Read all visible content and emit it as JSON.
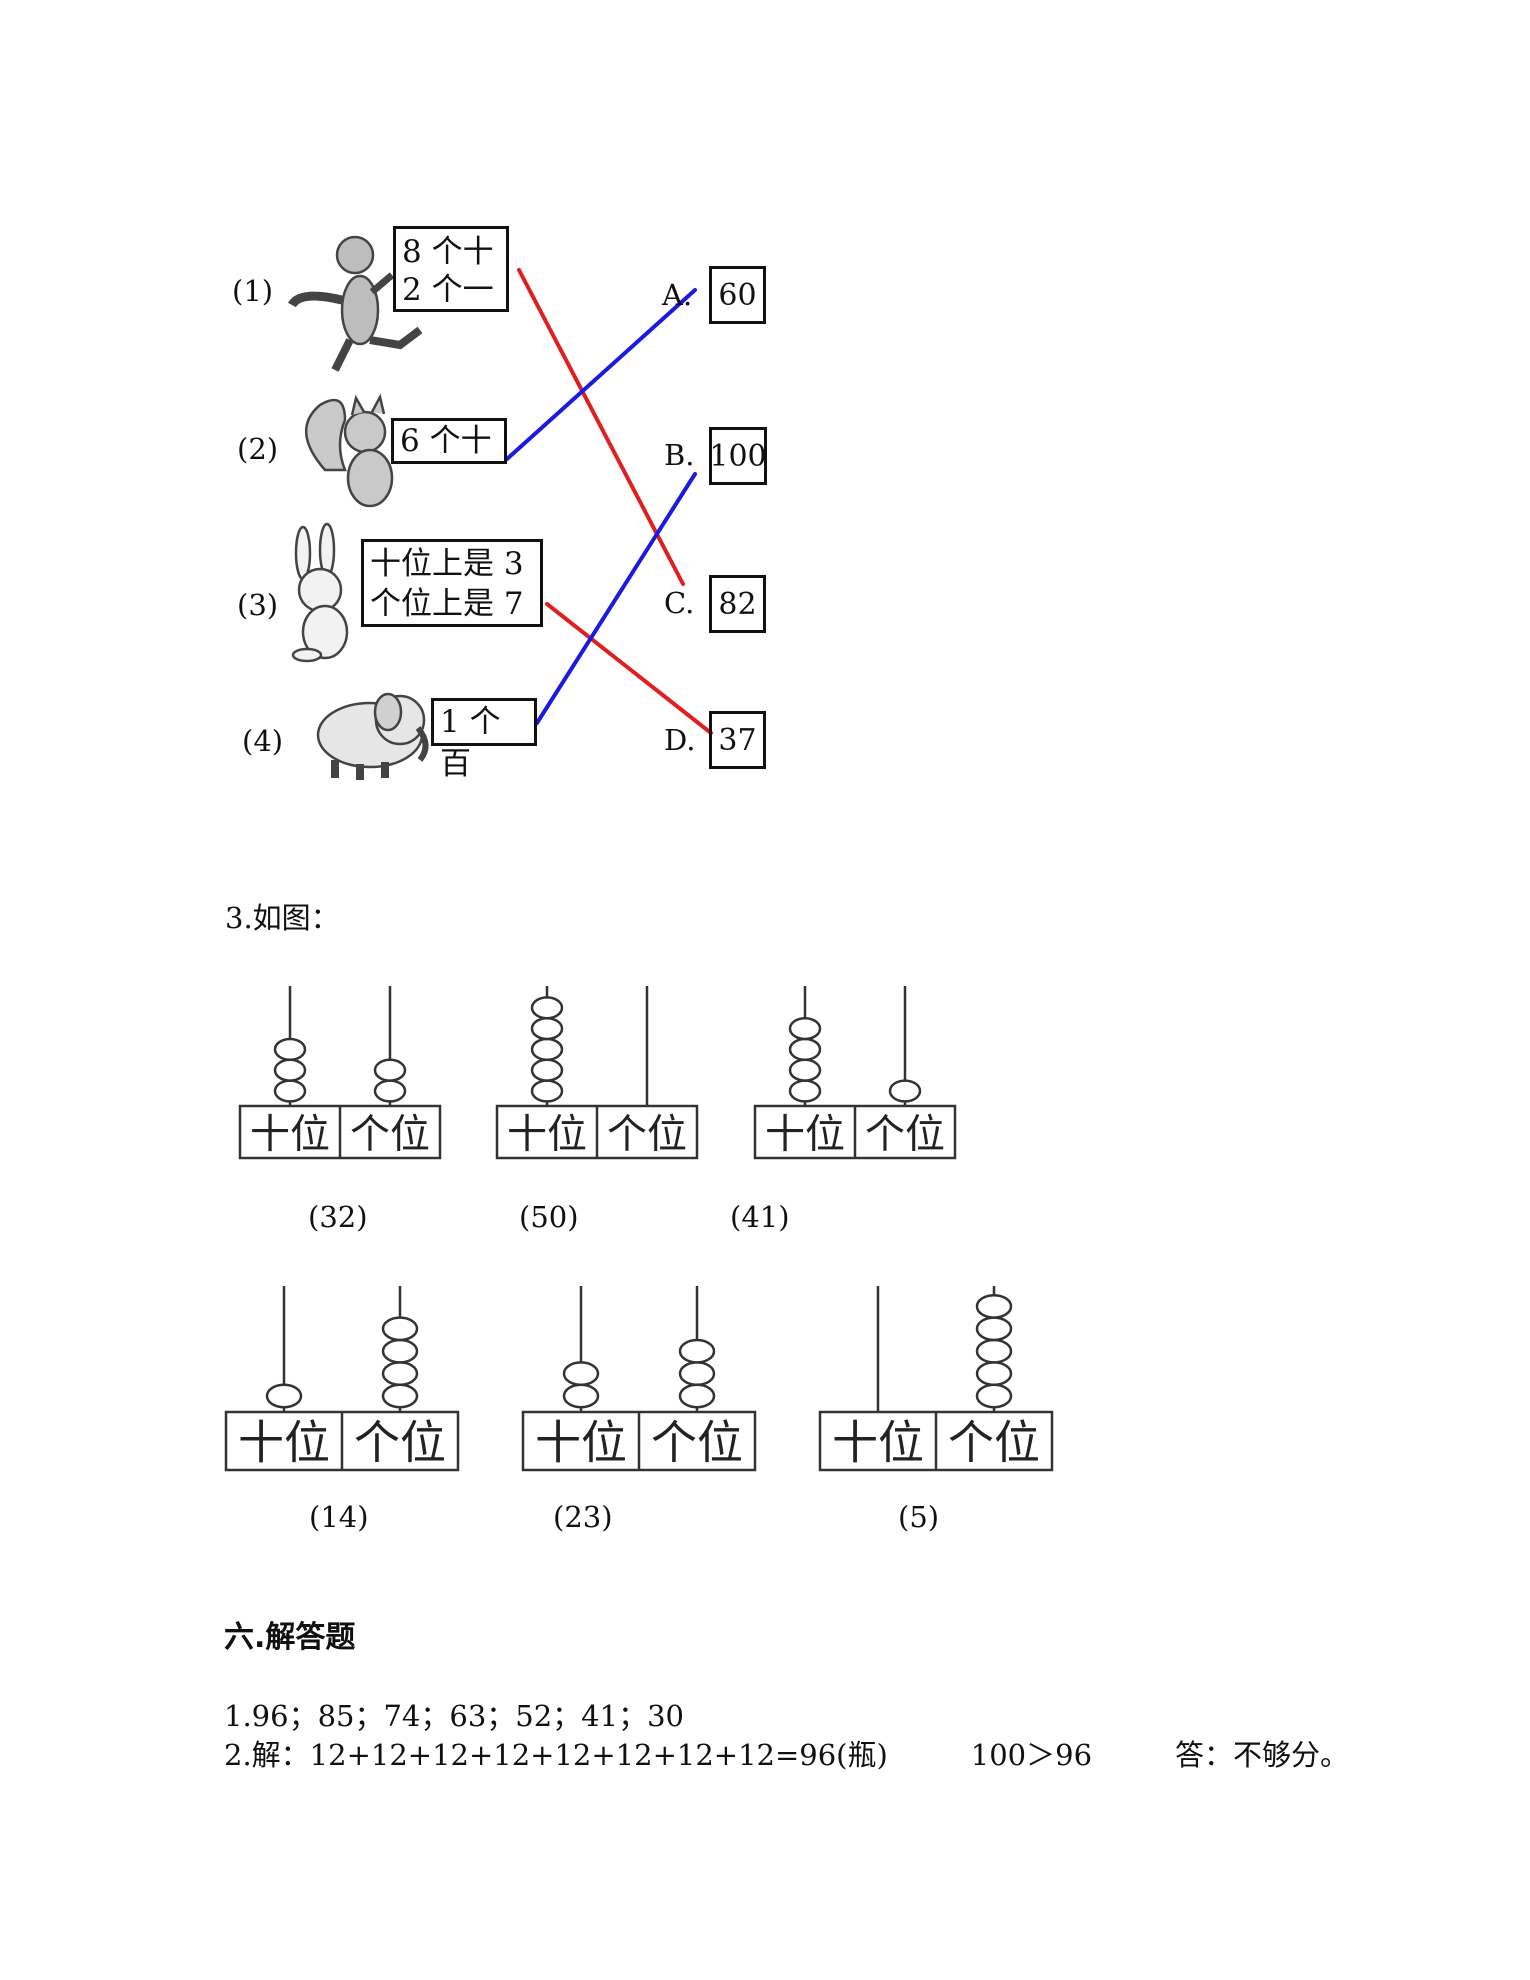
{
  "matching": {
    "items": [
      {
        "label": "(1)",
        "box_lines": [
          "8 个十",
          "2 个一"
        ],
        "animal": "monkey"
      },
      {
        "label": "(2)",
        "box_lines": [
          "6 个十"
        ],
        "animal": "squirrel"
      },
      {
        "label": "(3)",
        "box_lines": [
          "十位上是 3",
          "个位上是 7"
        ],
        "animal": "rabbit"
      },
      {
        "label": "(4)",
        "box_lines": [
          "1 个百"
        ],
        "animal": "elephant"
      }
    ],
    "answers": [
      {
        "letter": "A.",
        "value": "60"
      },
      {
        "letter": "B.",
        "value": "100"
      },
      {
        "letter": "C.",
        "value": "82"
      },
      {
        "letter": "D.",
        "value": "37"
      }
    ],
    "connections": [
      {
        "from": 1,
        "to": "C",
        "color": "#e02020"
      },
      {
        "from": 2,
        "to": "A",
        "color": "#1a1ae0"
      },
      {
        "from": 3,
        "to": "D",
        "color": "#e02020"
      },
      {
        "from": 4,
        "to": "B",
        "color": "#1a1ae0"
      }
    ]
  },
  "q3": {
    "heading": "3.如图：",
    "place_labels": {
      "tens": "十位",
      "ones": "个位"
    },
    "abacuses": [
      {
        "caption": "(32)",
        "tens": 3,
        "ones": 2
      },
      {
        "caption": "(50)",
        "tens": 5,
        "ones": 0
      },
      {
        "caption": "(41)",
        "tens": 4,
        "ones": 1
      },
      {
        "caption": "(14)",
        "tens": 1,
        "ones": 4
      },
      {
        "caption": "(23)",
        "tens": 2,
        "ones": 3
      },
      {
        "caption": "(5)",
        "tens": 0,
        "ones": 5
      }
    ]
  },
  "section6": {
    "title": "六.解答题",
    "lines": [
      "1.96；85；74；63；52；41；30",
      "2.解：12+12+12+12+12+12+12+12=96(瓶)         100＞96         答：不够分。"
    ]
  }
}
